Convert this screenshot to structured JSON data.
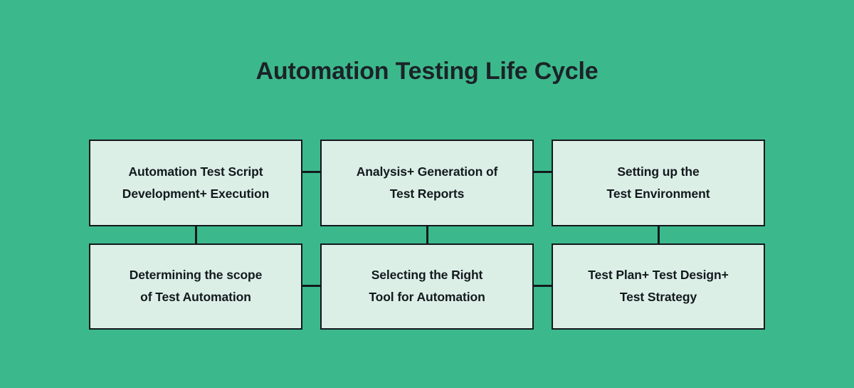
{
  "diagram": {
    "title": "Automation Testing Life Cycle",
    "colors": {
      "background": "#3cb98c",
      "box_fill": "#dcefe7",
      "box_border": "#12181c",
      "text": "#13191d",
      "title_text": "#1b2328",
      "connector": "#121a1e"
    },
    "boxes": [
      {
        "id": "automation-test-script-development-execution",
        "label": "Automation Test Script\nDevelopment+ Execution",
        "row": "top",
        "column": 1
      },
      {
        "id": "analysis-generation-of-test-reports",
        "label": "Analysis+ Generation of\nTest Reports",
        "row": "top",
        "column": 2
      },
      {
        "id": "setting-up-the-test-environment",
        "label": "Setting up the\nTest Environment",
        "row": "top",
        "column": 3
      },
      {
        "id": "determining-the-scope-of-test-automation",
        "label": "Determining the scope\nof Test Automation",
        "row": "bottom",
        "column": 1
      },
      {
        "id": "selecting-the-right-tool-for-automation",
        "label": "Selecting the Right\nTool for Automation",
        "row": "bottom",
        "column": 2
      },
      {
        "id": "test-plan-test-design-test-strategy",
        "label": "Test Plan+ Test Design+\nTest Strategy",
        "row": "bottom",
        "column": 3
      }
    ],
    "connectors": [
      {
        "id": "top-1-to-2",
        "orientation": "horizontal"
      },
      {
        "id": "top-2-to-3",
        "orientation": "horizontal"
      },
      {
        "id": "bottom-1-to-2",
        "orientation": "horizontal"
      },
      {
        "id": "bottom-2-to-3",
        "orientation": "horizontal"
      },
      {
        "id": "column-1-vertical",
        "orientation": "vertical"
      },
      {
        "id": "column-2-vertical",
        "orientation": "vertical"
      },
      {
        "id": "column-3-vertical",
        "orientation": "vertical"
      }
    ]
  }
}
